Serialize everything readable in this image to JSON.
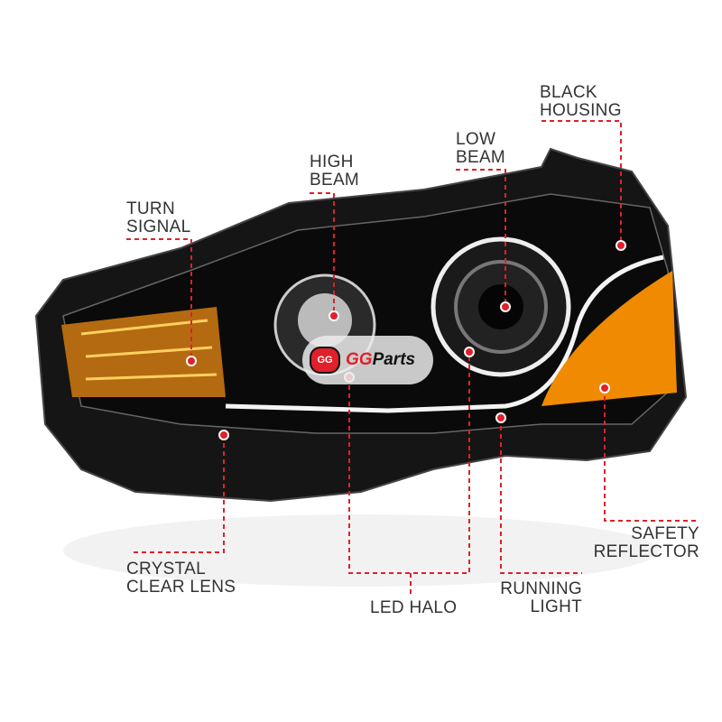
{
  "logo": {
    "text_accent": "GG",
    "text_main": "Parts",
    "mark": "GG"
  },
  "colors": {
    "accent": "#e0202a",
    "housing": "#111111",
    "amber": "#f08a00"
  },
  "labels": {
    "turn_signal": [
      "TURN",
      "SIGNAL"
    ],
    "high_beam": [
      "HIGH",
      "BEAM"
    ],
    "low_beam": [
      "LOW",
      "BEAM"
    ],
    "black_housing": [
      "BLACK",
      "HOUSING"
    ],
    "crystal_clear_lens": [
      "CRYSTAL",
      "CLEAR LENS"
    ],
    "led_halo": [
      "LED HALO"
    ],
    "running_light": [
      "RUNNING",
      "LIGHT"
    ],
    "safety_reflector": [
      "SAFETY",
      "REFLECTOR"
    ]
  }
}
